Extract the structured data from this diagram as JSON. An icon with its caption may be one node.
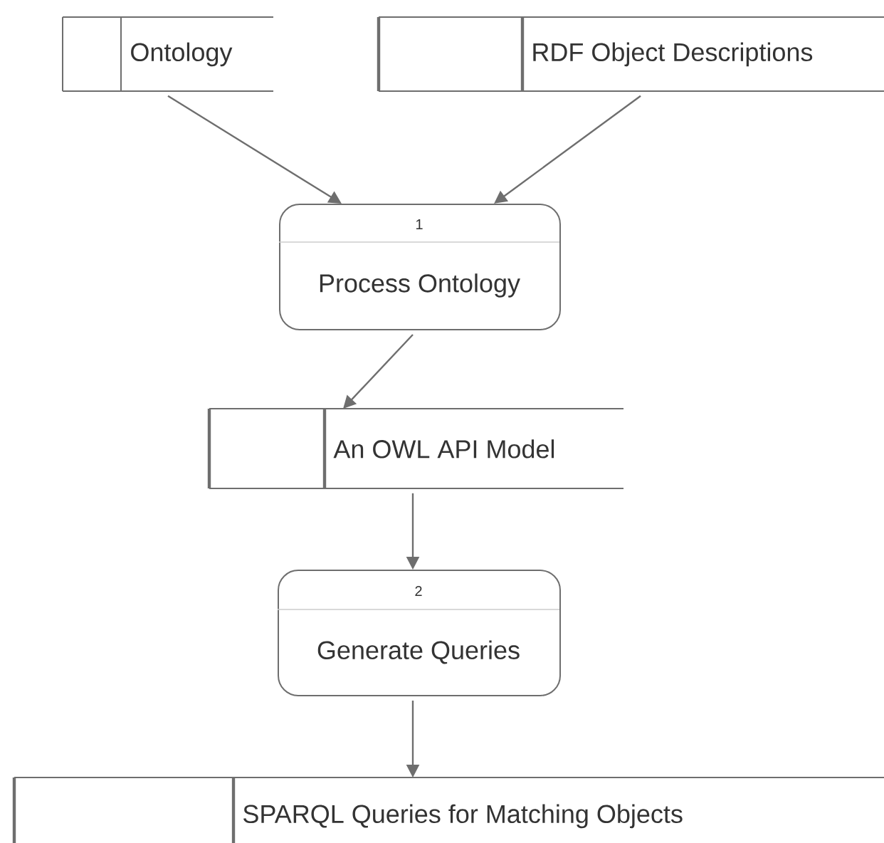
{
  "diagram": {
    "nodes": [
      {
        "text": [
          "Ontology"
        ]
      },
      {
        "text": [
          "RDF Object Descriptions"
        ]
      },
      {
        "text": [
          "1",
          "Process Ontology"
        ]
      },
      {
        "text": [
          "An OWL API Model"
        ]
      },
      {
        "text": [
          "2",
          "Generate Queries"
        ]
      },
      {
        "text": [
          "SPARQL Queries for Matching Objects"
        ]
      }
    ],
    "edges": [
      {
        "from": 0,
        "to": 2,
        "arrow": "to"
      },
      {
        "from": 1,
        "to": 2,
        "arrow": "to"
      },
      {
        "from": 2,
        "to": 3,
        "arrow": "to"
      },
      {
        "from": 3,
        "to": 4,
        "arrow": "to"
      },
      {
        "from": 4,
        "to": 5,
        "arrow": "to"
      }
    ]
  }
}
